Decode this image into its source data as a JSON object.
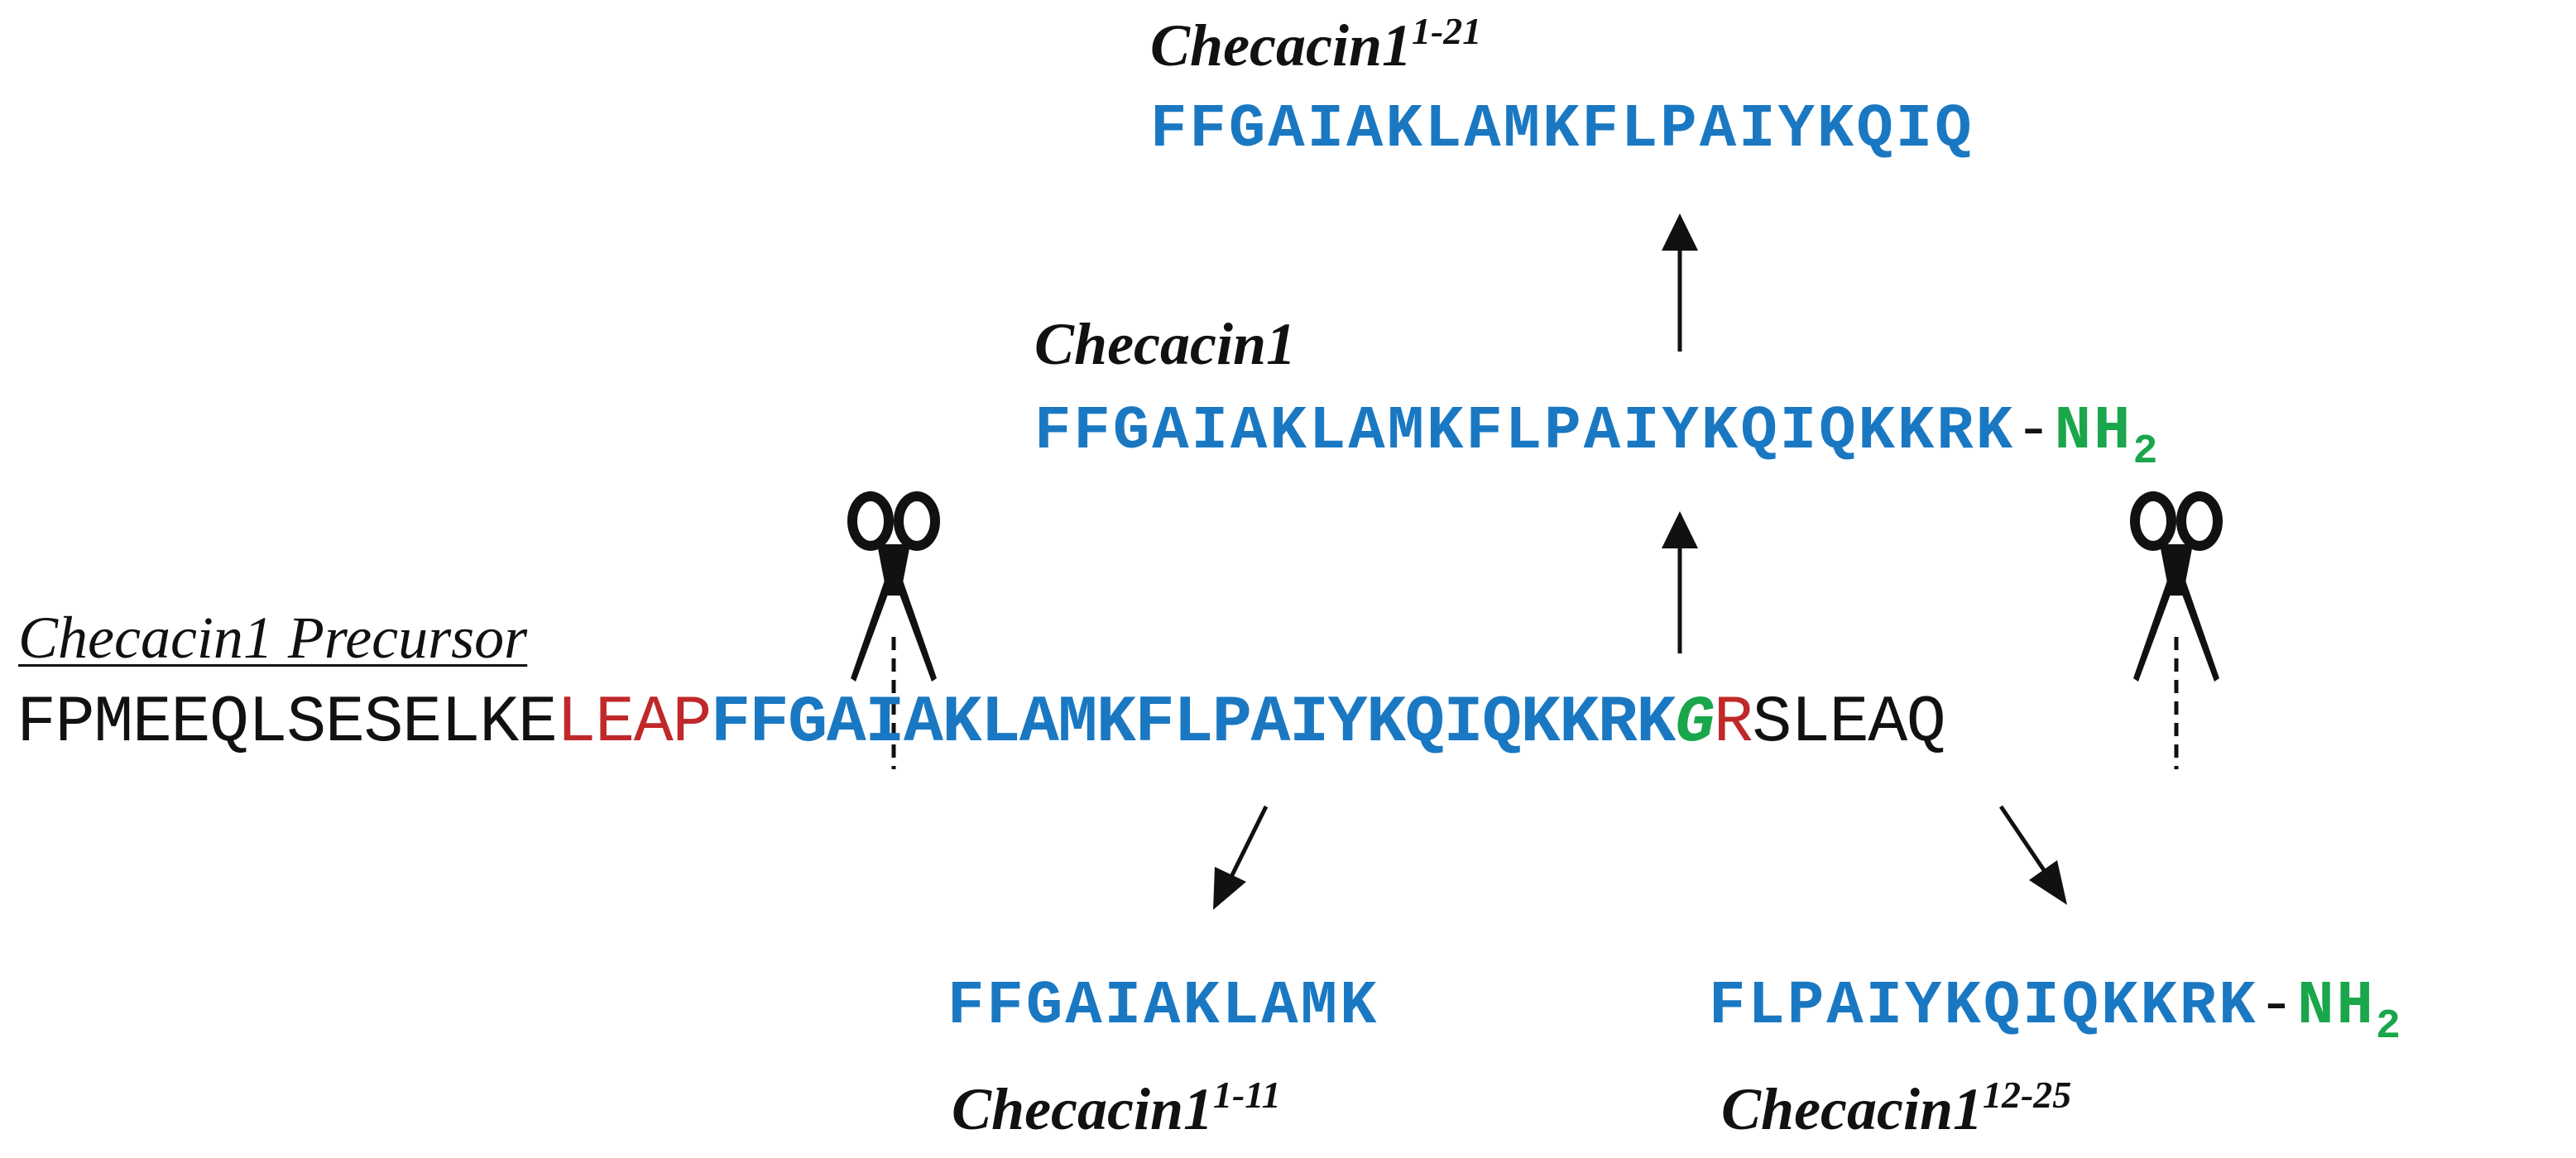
{
  "colors": {
    "peptide": "#1a78c2",
    "amide": "#1aa64a",
    "spacer": "#c0282a",
    "text": "#111111"
  },
  "icons": [
    "scissors-icon",
    "arrow-up-icon",
    "arrow-down-left-icon",
    "arrow-down-right-icon"
  ],
  "top": {
    "name": "Checacin1",
    "range": "1-21",
    "sequence": "FFGAIAKLAMKFLPAIYKQIQ"
  },
  "mature": {
    "name": "Checacin1",
    "sequence": "FFGAIAKLAMKFLPAIYKQIQKKRK",
    "dash": "-",
    "amide_main": "NH",
    "amide_sub": "2"
  },
  "precursor": {
    "label": "Checacin1 Precursor",
    "prefix": "FPMEEQLSESELKE",
    "spacer": "LEAP",
    "peptide": "FFGAIAKLAMKFLPAIYKQIQKKRK",
    "gly": "G",
    "arg": "R",
    "suffix": "SLEAQ"
  },
  "fragment_left": {
    "name": "Checacin1",
    "range": "1-11",
    "sequence": "FFGAIAKLAMK"
  },
  "fragment_right": {
    "name": "Checacin1",
    "range": "12-25",
    "sequence": "FLPAIYKQIQKKRK",
    "dash": "-",
    "amide_main": "NH",
    "amide_sub": "2"
  }
}
